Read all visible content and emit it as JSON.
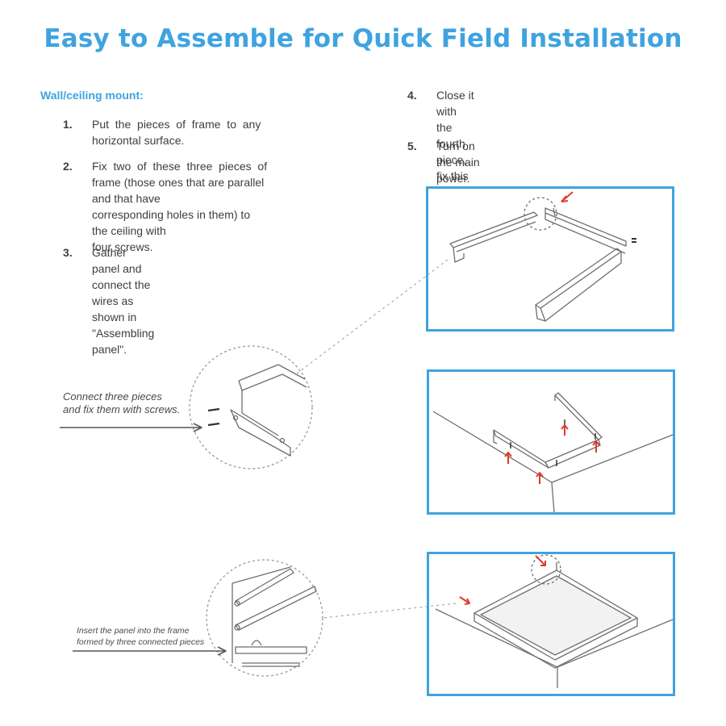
{
  "title": "Easy to Assemble for Quick Field Installation",
  "subhead": "Wall/ceiling mount:",
  "steps": [
    {
      "num": "1.",
      "lines": [
        "Put  the  pieces  of  frame  to  any",
        "horizontal surface."
      ]
    },
    {
      "num": "2.",
      "lines": [
        "Fix  two  of  these  three  pieces  of",
        "frame (those ones that are parallel and that have",
        "corresponding holes in them) to the ceiling with",
        "four screws."
      ]
    },
    {
      "num": "3.",
      "lines": [
        "Gather panel and connect the wires as shown in",
        "\"Assembling panel\"."
      ]
    },
    {
      "num": "4.",
      "lines": [
        "Close it with the fourth piece,",
        "fix this piece to other ones with screws."
      ]
    },
    {
      "num": "5.",
      "lines": [
        "Turn on the main power. Installation is complete."
      ]
    }
  ],
  "callouts": {
    "connect": [
      "Connect three pieces",
      "and fix them with screws."
    ],
    "insert": [
      "Insert the panel into the frame",
      "formed by three connected pieces"
    ]
  },
  "colors": {
    "accent": "#3fa3e0",
    "arrow": "#e03a2a",
    "line": "#6e6e6e"
  }
}
